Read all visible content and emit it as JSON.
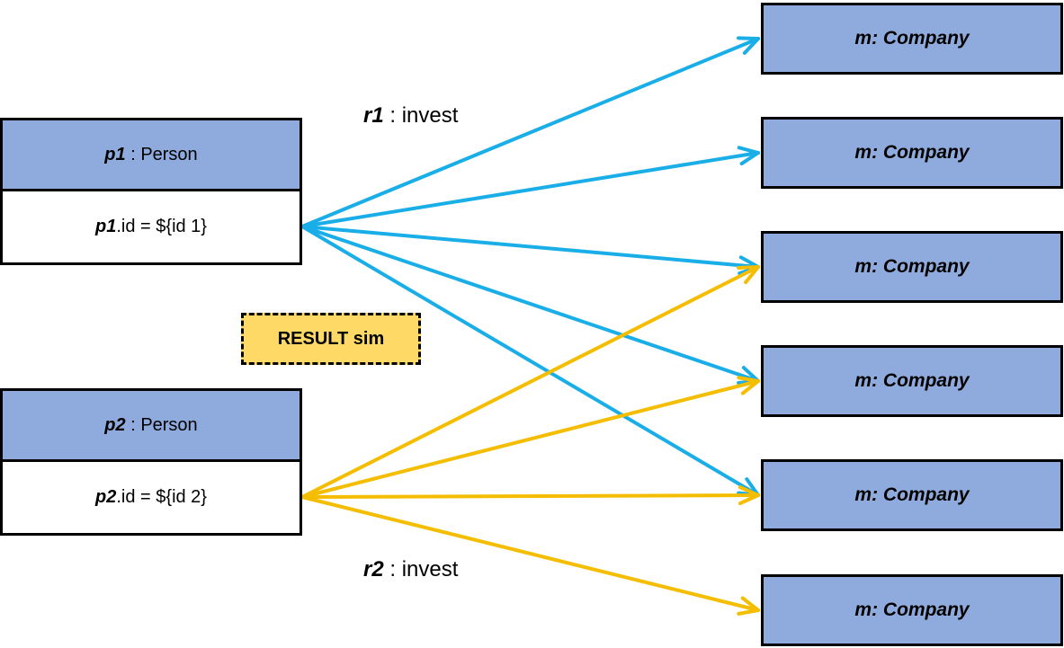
{
  "persons": [
    {
      "var": "p1",
      "type_sep": " : ",
      "type": "Person",
      "id_var": "p1",
      "id_text": ".id = ${id 1}"
    },
    {
      "var": "p2",
      "type_sep": " : ",
      "type": "Person",
      "id_var": "p2",
      "id_text": ".id = ${id 2}"
    }
  ],
  "companies": [
    {
      "label": "m: Company"
    },
    {
      "label": "m: Company"
    },
    {
      "label": "m: Company"
    },
    {
      "label": "m: Company"
    },
    {
      "label": "m: Company"
    },
    {
      "label": "m: Company"
    }
  ],
  "relations": [
    {
      "var": "r1",
      "sep": " : ",
      "type": "invest"
    },
    {
      "var": "r2",
      "sep": " : ",
      "type": "invest"
    }
  ],
  "result": {
    "label": "RESULT sim"
  },
  "edges": [
    {
      "from": 0,
      "to": [
        0,
        1,
        2,
        3,
        4
      ],
      "color": "#1aaee8"
    },
    {
      "from": 1,
      "to": [
        2,
        3,
        4,
        5
      ],
      "color": "#f5bd00"
    }
  ]
}
